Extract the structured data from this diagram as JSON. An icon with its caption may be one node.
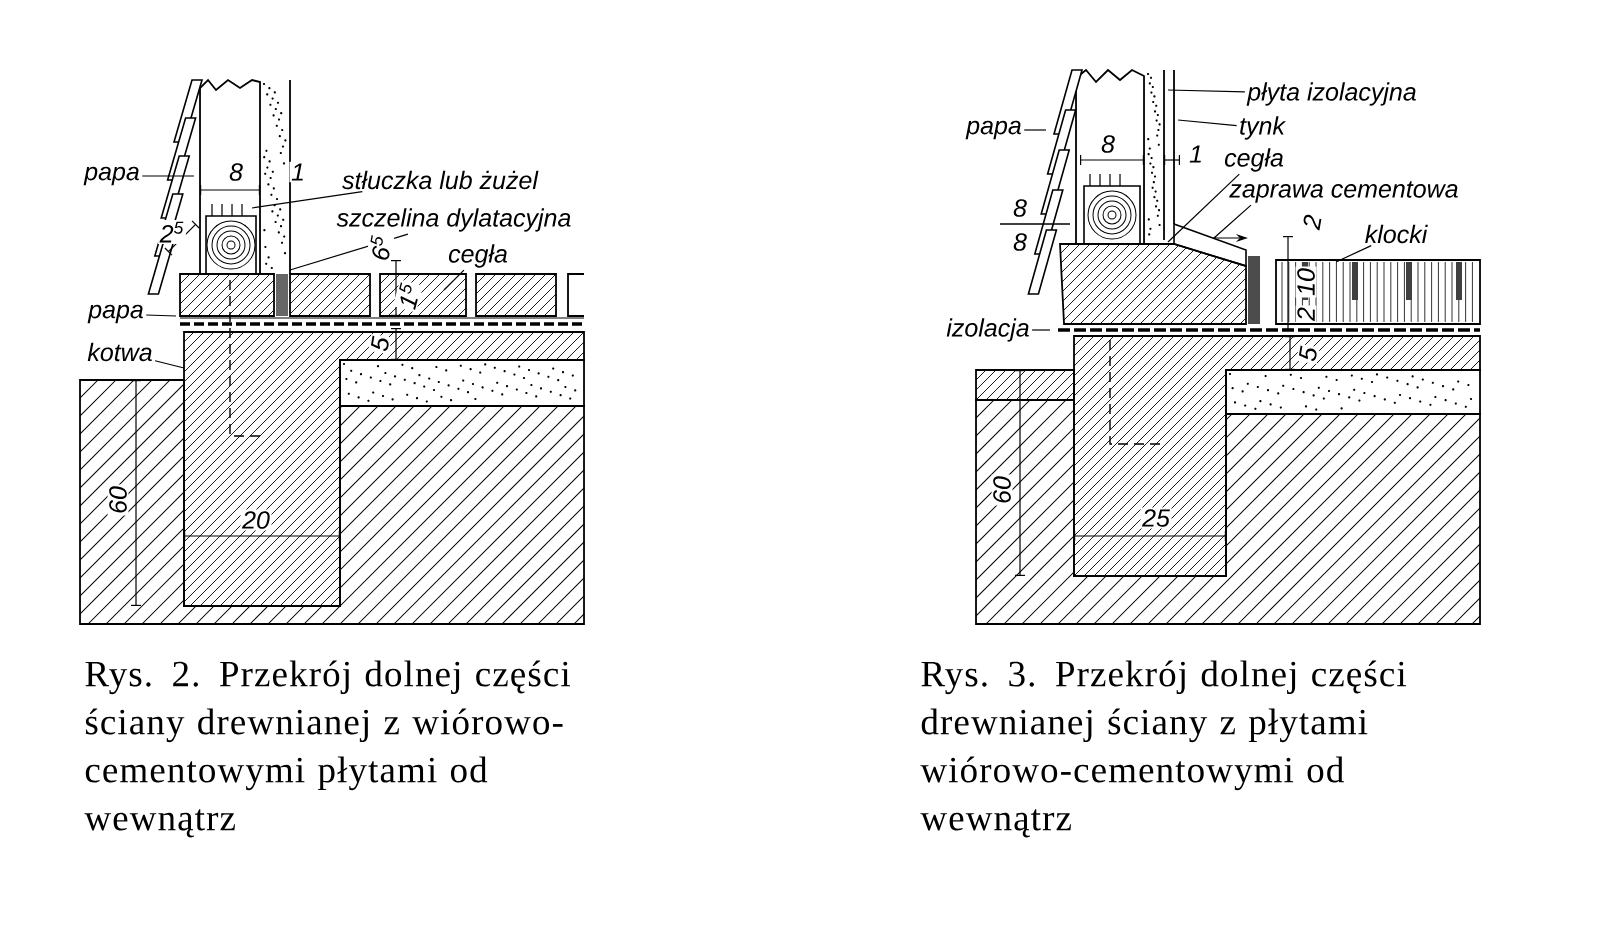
{
  "diagram": {
    "nodes": [
      {
        "text": [
          "papa"
        ]
      },
      {
        "text": [
          "stłuczka lub żużel"
        ]
      },
      {
        "text": [
          "szczelina dylatacyjna"
        ]
      },
      {
        "text": [
          "cegła"
        ]
      },
      {
        "text": [
          "papa"
        ]
      },
      {
        "text": [
          "kotwa"
        ]
      },
      {
        "text": [
          "płyta izolacyjna"
        ]
      },
      {
        "text": [
          "tynk"
        ]
      },
      {
        "text": [
          "papa"
        ]
      },
      {
        "text": [
          "cegła"
        ]
      },
      {
        "text": [
          "zaprawa cementowa"
        ]
      },
      {
        "text": [
          "klocki"
        ]
      },
      {
        "text": [
          "izolacja"
        ]
      }
    ],
    "edges": [
      {
        "from": 0,
        "to": null,
        "arrow": "none"
      },
      {
        "from": 1,
        "to": null,
        "arrow": "none"
      },
      {
        "from": 2,
        "to": null,
        "arrow": "none"
      },
      {
        "from": 3,
        "to": null,
        "arrow": "none"
      },
      {
        "from": 4,
        "to": null,
        "arrow": "none"
      },
      {
        "from": 5,
        "to": null,
        "arrow": "none"
      },
      {
        "from": 6,
        "to": null,
        "arrow": "none"
      },
      {
        "from": 7,
        "to": null,
        "arrow": "none"
      },
      {
        "from": 8,
        "to": null,
        "arrow": "none"
      },
      {
        "from": 9,
        "to": null,
        "arrow": "none"
      },
      {
        "from": 10,
        "to": null,
        "arrow": "to"
      },
      {
        "from": 11,
        "to": null,
        "arrow": "none"
      },
      {
        "from": 12,
        "to": null,
        "arrow": "none"
      }
    ],
    "labels": [
      "8",
      "1",
      "2$^{5}$",
      "6$^{5}$",
      "1$^{5}$",
      "5",
      "60",
      "20",
      "8",
      "1",
      "8",
      "8",
      "2",
      "10",
      "2",
      "5",
      "60",
      "25",
      "Rys. 2. Przekrój dolnej części ściany drewnianej z wiórowo-cementowymi płytami od wewnątrz",
      "Rys. 3. Przekrój dolnej części drewnianej ściany z płytami wiórowo-cementowymi od wewnątrz"
    ]
  }
}
